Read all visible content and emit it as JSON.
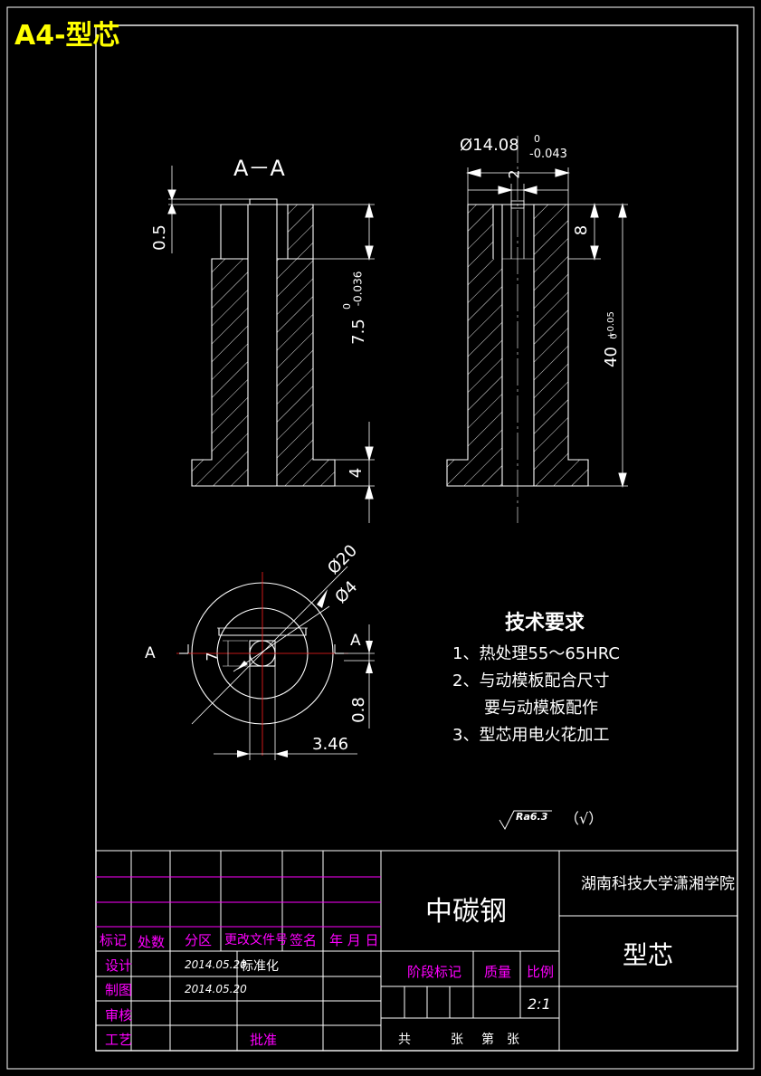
{
  "sheet_title": "A4-型芯",
  "views": {
    "section_label": "A－A",
    "section_mark_left": "A",
    "section_mark_right": "A"
  },
  "dimensions": {
    "d_outer_top": "Ø14.08",
    "d_outer_top_up": "0",
    "d_outer_top_low": "-0.043",
    "d_slot": "2",
    "d_height_small": "8",
    "d_total_height": "40",
    "d_total_up": "+0.05",
    "d_total_low": "0",
    "d_step_small": "0.5",
    "d_body": "7.5",
    "d_body_up": "0",
    "d_body_low": "-0.036",
    "d_flange": "4",
    "d_phi20": "Ø20",
    "d_phi4": "Ø4",
    "d_seven": "7",
    "d_zero_eight": "0.8",
    "d_three46": "3.46"
  },
  "tech_requirements": {
    "heading": "技术要求",
    "items": [
      "1、热处理55～65HRC",
      "2、与动模板配合尺寸",
      "要与动模板配作",
      "3、型芯用电火花加工"
    ]
  },
  "surface_finish": {
    "symbol_text": "Ra6.3",
    "note": "（√）"
  },
  "title_block": {
    "material": "中碳钢",
    "school": "湖南科技大学潇湘学院",
    "part_name": "型芯",
    "headers": [
      "标记",
      "处数",
      "分区",
      "更改文件号",
      "签名",
      "年 月 日"
    ],
    "design_label": "设计",
    "drawing_label": "制图",
    "review_label": "审核",
    "process_label": "工艺",
    "approve_label": "批准",
    "standard_label": "标准化",
    "design_date": "2014.05.20",
    "drawing_date": "2014.05.20",
    "stage_label": "阶段标记",
    "weight_label": "质量",
    "scale_label": "比例",
    "scale_value": "2:1",
    "total_label": "共",
    "sheets_label": "张",
    "page_label": "第",
    "page_sheets_label": "张"
  }
}
